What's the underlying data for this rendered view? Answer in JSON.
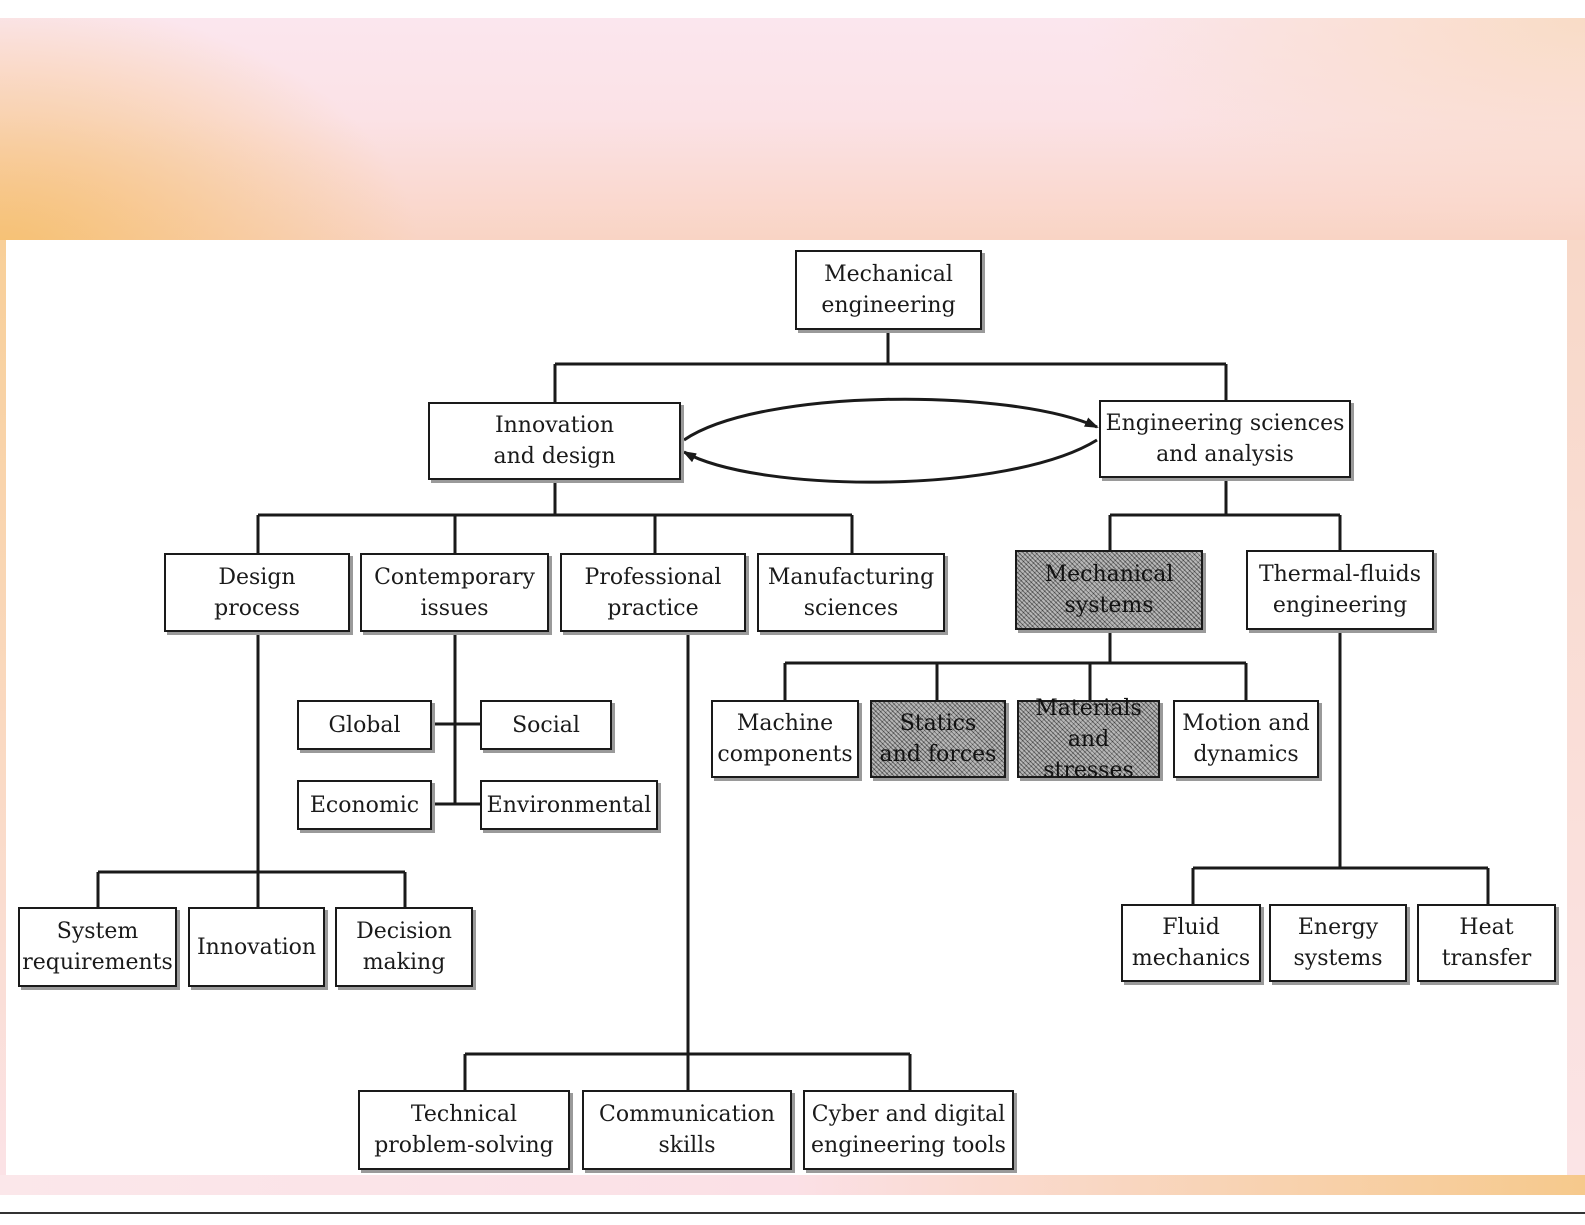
{
  "diagram": {
    "root": "Mechanical\nengineering",
    "innovation": "Innovation\nand design",
    "sciences": "Engineering sciences\nand analysis",
    "design_process": "Design\nprocess",
    "contemporary": "Contemporary\nissues",
    "professional": "Professional\npractice",
    "manufacturing": "Manufacturing\nsciences",
    "mech_systems": "Mechanical\nsystems",
    "thermal": "Thermal-fluids\nengineering",
    "global": "Global",
    "social": "Social",
    "economic": "Economic",
    "environmental": "Environmental",
    "machine": "Machine\ncomponents",
    "statics": "Statics\nand forces",
    "materials": "Materials\nand stresses",
    "motion": "Motion and\ndynamics",
    "system_req": "System\nrequirements",
    "innov_leaf": "Innovation",
    "decision": "Decision\nmaking",
    "fluid": "Fluid\nmechanics",
    "energy": "Energy\nsystems",
    "heat": "Heat\ntransfer",
    "technical": "Technical\nproblem-solving",
    "communication": "Communication\nskills",
    "cyber": "Cyber and digital\nengineering tools"
  },
  "colors": {
    "line": "#1a1a1a",
    "box_border": "#1a1a1a",
    "hatch": "#8e8e8e",
    "banner": "#fbe4ec",
    "accent_orange": "#f6c070"
  }
}
